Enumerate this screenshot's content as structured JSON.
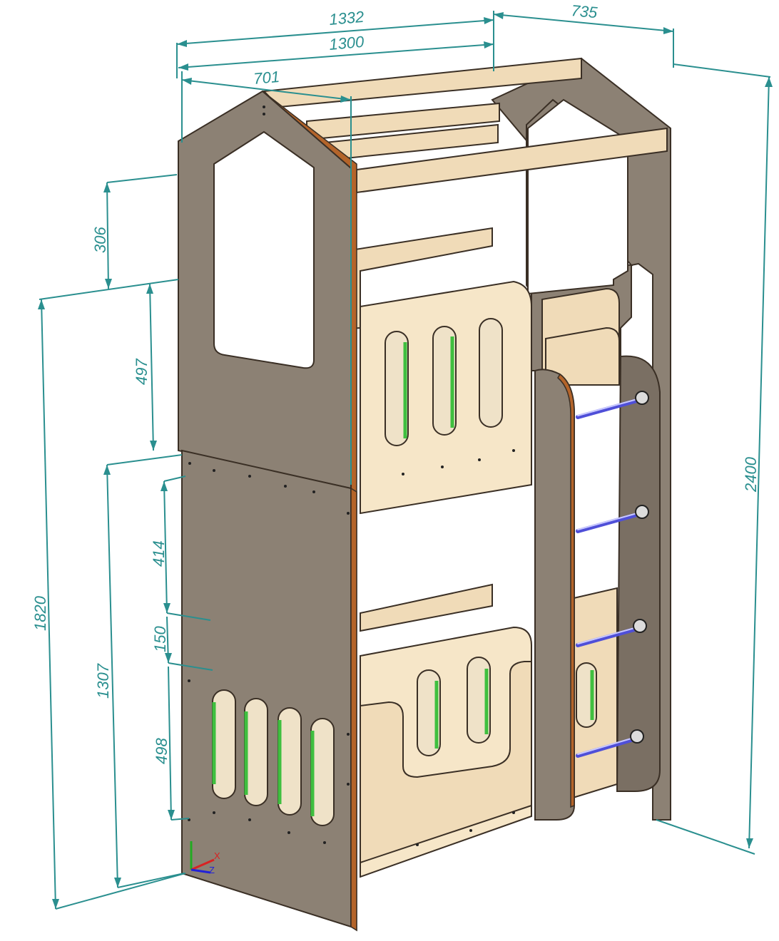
{
  "dimensions": {
    "total_length": "1332",
    "inner_length": "1300",
    "depth": "735",
    "house_width": "701",
    "total_height": "2400",
    "upper_level_height": "1820",
    "lower_side_height": "1307",
    "roof_opening": "306",
    "upper_window": "497",
    "lower_gap": "414",
    "rail": "150",
    "lower_slots": "498"
  },
  "axis": {
    "x": "X",
    "z": "Z"
  },
  "colors": {
    "dimension": "#2a8f8f",
    "panel": "#8c8174",
    "wood": "#f0dbb8",
    "edge": "#b4642a",
    "rung": "#4f4fd8",
    "slot_edge": "#3fbf3f"
  }
}
